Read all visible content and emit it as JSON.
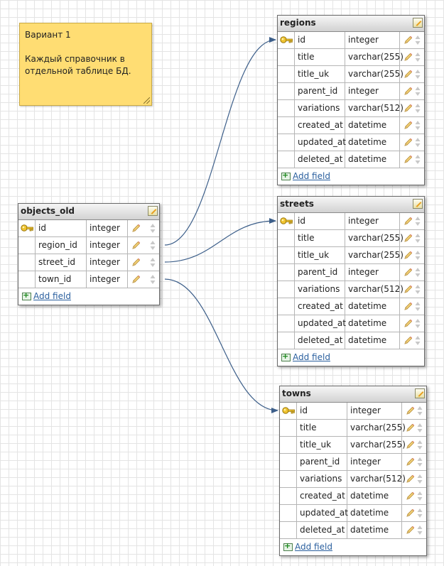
{
  "note": {
    "title": "Вариант 1",
    "lines": [
      "Каждый справочник в",
      "отдельной таблице БД."
    ]
  },
  "tables": {
    "regions": {
      "name": "regions",
      "add_field": "Add field",
      "fields": [
        {
          "name": "id",
          "type": "integer",
          "pk": true
        },
        {
          "name": "title",
          "type": "varchar(255)"
        },
        {
          "name": "title_uk",
          "type": "varchar(255)"
        },
        {
          "name": "parent_id",
          "type": "integer"
        },
        {
          "name": "variations",
          "type": "varchar(512)"
        },
        {
          "name": "created_at",
          "type": "datetime"
        },
        {
          "name": "updated_at",
          "type": "datetime"
        },
        {
          "name": "deleted_at",
          "type": "datetime"
        }
      ]
    },
    "streets": {
      "name": "streets",
      "add_field": "Add field",
      "fields": [
        {
          "name": "id",
          "type": "integer",
          "pk": true
        },
        {
          "name": "title",
          "type": "varchar(255)"
        },
        {
          "name": "title_uk",
          "type": "varchar(255)"
        },
        {
          "name": "parent_id",
          "type": "integer"
        },
        {
          "name": "variations",
          "type": "varchar(512)"
        },
        {
          "name": "created_at",
          "type": "datetime"
        },
        {
          "name": "updated_at",
          "type": "datetime"
        },
        {
          "name": "deleted_at",
          "type": "datetime"
        }
      ]
    },
    "towns": {
      "name": "towns",
      "add_field": "Add field",
      "fields": [
        {
          "name": "id",
          "type": "integer",
          "pk": true
        },
        {
          "name": "title",
          "type": "varchar(255)"
        },
        {
          "name": "title_uk",
          "type": "varchar(255)"
        },
        {
          "name": "parent_id",
          "type": "integer"
        },
        {
          "name": "variations",
          "type": "varchar(512)"
        },
        {
          "name": "created_at",
          "type": "datetime"
        },
        {
          "name": "updated_at",
          "type": "datetime"
        },
        {
          "name": "deleted_at",
          "type": "datetime"
        }
      ]
    },
    "objects_old": {
      "name": "objects_old",
      "add_field": "Add field",
      "fields": [
        {
          "name": "id",
          "type": "integer",
          "pk": true
        },
        {
          "name": "region_id",
          "type": "integer"
        },
        {
          "name": "street_id",
          "type": "integer"
        },
        {
          "name": "town_id",
          "type": "integer"
        }
      ]
    }
  },
  "relations": [
    {
      "from_table": "objects_old",
      "from_field": "region_id",
      "to_table": "regions",
      "to_field": "id"
    },
    {
      "from_table": "objects_old",
      "from_field": "street_id",
      "to_table": "streets",
      "to_field": "id"
    },
    {
      "from_table": "objects_old",
      "from_field": "town_id",
      "to_table": "towns",
      "to_field": "id"
    }
  ],
  "colors": {
    "note_bg": "#ffdd73",
    "link_line": "#3d5f8a",
    "add_link": "#2a5f9e"
  }
}
